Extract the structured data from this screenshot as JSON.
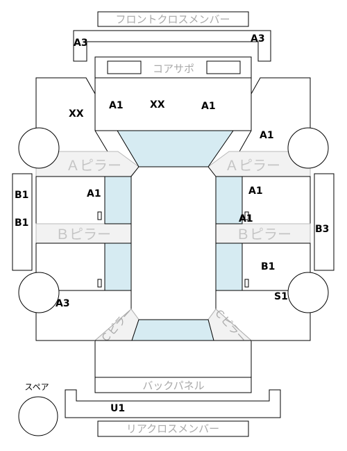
{
  "parts": {
    "front_cross_member": "フロントクロスメンバー",
    "core_support": "コアサポ",
    "a_pillar_left": "Ａピラー",
    "a_pillar_right": "Ａピラー",
    "b_pillar_left": "Ｂピラー",
    "b_pillar_right": "Ｂピラー",
    "c_pillar_left": "Ｃピラー",
    "c_pillar_right": "Ｃピラー",
    "back_panel": "バックパネル",
    "rear_cross_member": "リアクロスメンバー",
    "spare": "スペア"
  },
  "codes": {
    "front_member_left": "A3",
    "front_member_right": "A3",
    "core_left": "A1",
    "core_center": "XX",
    "core_right": "A1",
    "left_fender": "XX",
    "right_fender": "A1",
    "left_front_door": "A1",
    "right_front_door": "A1",
    "right_front_door_2": "A1",
    "left_sill_top": "B1",
    "left_sill_bottom": "B1",
    "right_sill": "B3",
    "right_rear_door": "B1",
    "left_rear_quarter": "A3",
    "right_rear_quarter": "S1",
    "rear_floor": "U1"
  },
  "colors": {
    "line": "#000000",
    "label_gray": "#a9a9a9",
    "glass_fill": "#d6ebf2",
    "pillar_fill": "#f2f2f2"
  }
}
